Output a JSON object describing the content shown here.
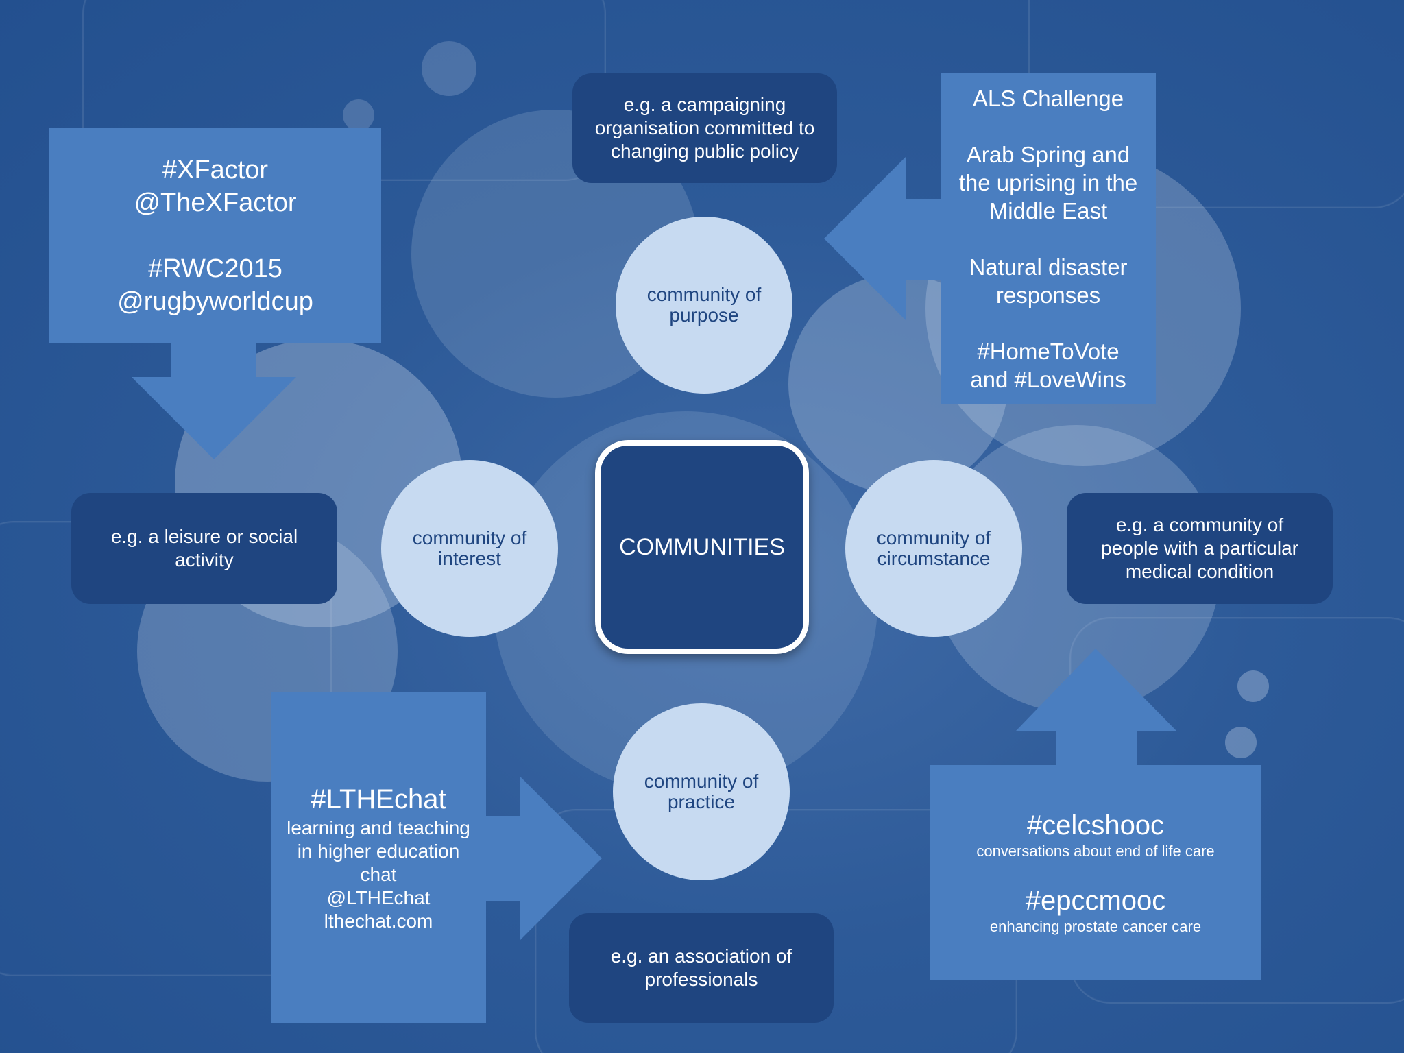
{
  "center": {
    "label": "COMMUNITIES"
  },
  "circles": {
    "purpose": {
      "line1": "community of",
      "line2": "purpose"
    },
    "interest": {
      "line1": "community of",
      "line2": "interest"
    },
    "circumstance": {
      "line1": "community of",
      "line2": "circumstance"
    },
    "practice": {
      "line1": "community of",
      "line2": "practice"
    }
  },
  "examples": {
    "purpose": [
      "e.g. a campaigning",
      "organisation committed to",
      "changing public policy"
    ],
    "interest": [
      "e.g. a leisure or social",
      "activity"
    ],
    "circumstance": [
      "e.g. a community of",
      "people with a particular",
      "medical condition"
    ],
    "practice": [
      "e.g. an association of",
      "professionals"
    ]
  },
  "callouts": {
    "interest_tags": [
      "#XFactor",
      "@TheXFactor",
      "#RWC2015",
      "@rugbyworldcup"
    ],
    "purpose_tags": [
      "ALS Challenge",
      "Arab Spring and",
      "the uprising in the",
      "Middle East",
      "Natural disaster",
      "responses",
      "#HomeToVote",
      "and #LoveWins"
    ],
    "practice_tags": {
      "hashtag": "#LTHEchat",
      "lines": [
        "learning and teaching",
        "in higher education",
        "chat",
        "@LTHEchat",
        "lthechat.com"
      ]
    },
    "circumstance_tags": {
      "tag1": "#celcshooc",
      "desc1": "conversations about end of life care",
      "tag2": "#epccmooc",
      "desc2": "enhancing prostate cancer care"
    }
  },
  "colors": {
    "background": "#2d5a98",
    "dark_box": "#1f4580",
    "circle": "#c7daf1",
    "callout": "#4a7ec0",
    "text_light": "#ffffff",
    "text_dark": "#1f4580"
  }
}
